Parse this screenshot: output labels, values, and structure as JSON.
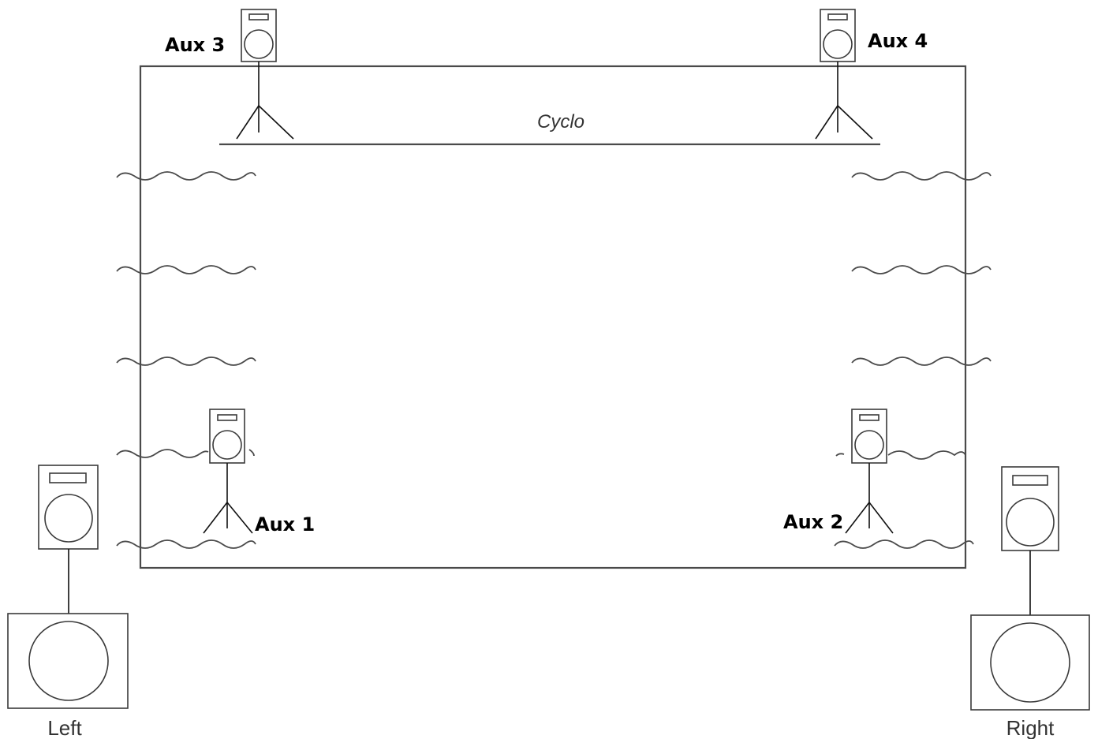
{
  "labels": {
    "cyclo": "Cyclo",
    "aux1": "Aux 1",
    "aux2": "Aux 2",
    "aux3": "Aux 3",
    "aux4": "Aux 4",
    "left": "Left",
    "right": "Right"
  }
}
